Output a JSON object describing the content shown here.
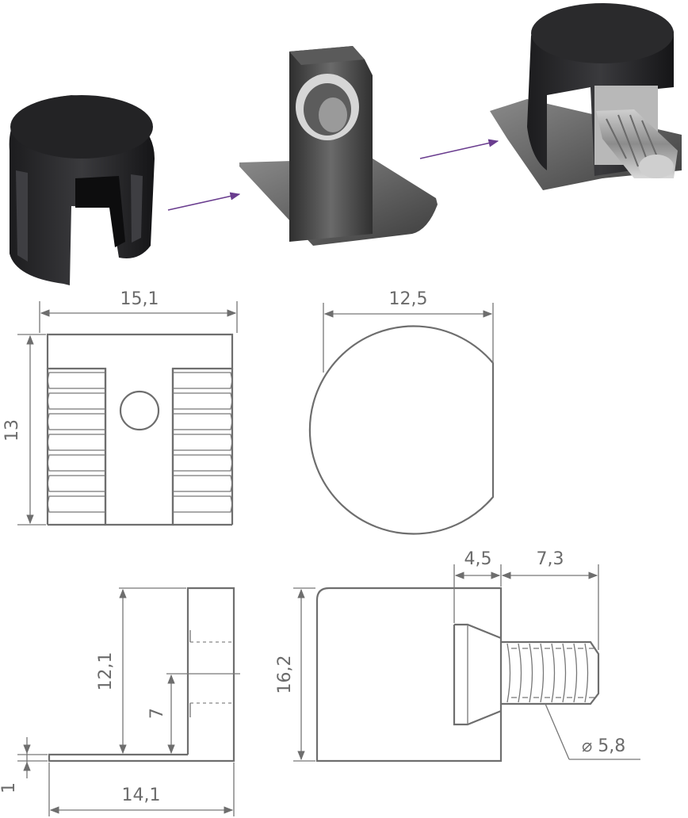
{
  "dimensions": {
    "cap_width": "15,1",
    "cap_height": "13",
    "cap_diameter": "12,5",
    "plate_height": "12,1",
    "hole_height": "7",
    "plate_thickness": "1",
    "plate_length": "14,1",
    "body_height": "16,2",
    "body_depth": "4,5",
    "screw_length": "7,3",
    "screw_diameter": "⌀ 5,8"
  },
  "colors": {
    "line": "#6e6e6e",
    "arrow": "#6a3d8f",
    "plastic": "#2a2a2c",
    "metal": "#4a4a4a"
  }
}
